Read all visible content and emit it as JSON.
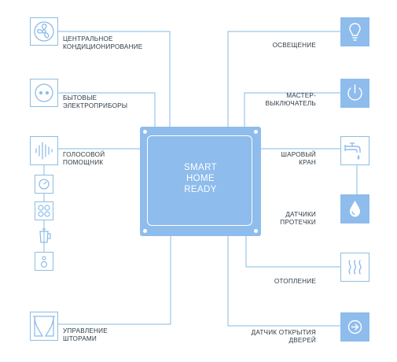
{
  "hub": {
    "line1": "SMART",
    "line2": "HOME",
    "line3": "READY"
  },
  "left": {
    "conditioning": {
      "line1": "ЦЕНТРАЛЬНОЕ",
      "line2": "КОНДИЦИОНИРОВАНИЕ",
      "icon": "fan-icon"
    },
    "appliances": {
      "line1": "БЫТОВЫЕ",
      "line2": "ЭЛЕКТРОПРИБОРЫ",
      "icon": "socket-icon"
    },
    "voice": {
      "line1": "ГОЛОСОВОЙ",
      "line2": "ПОМОЩНИК",
      "icon": "sound-wave-icon"
    },
    "curtains": {
      "line1": "УПРАВЛЕНИЕ",
      "line2": "ШТОРАМИ",
      "icon": "curtains-icon"
    }
  },
  "right": {
    "lighting": {
      "line1": "ОСВЕЩЕНИЕ",
      "icon": "lightbulb-icon"
    },
    "master_switch": {
      "line1": "МАСТЕР-",
      "line2": "ВЫКЛЮЧАТЕЛЬ",
      "icon": "power-icon"
    },
    "ball_valve": {
      "line1": "ШАРОВЫЙ",
      "line2": "КРАН",
      "icon": "faucet-icon"
    },
    "leak_sensors": {
      "line1": "ДАТЧИКИ",
      "line2": "ПРОТЕЧКИ",
      "icon": "water-drop-icon"
    },
    "heating": {
      "line1": "ОТОПЛЕНИЕ",
      "icon": "heat-waves-icon"
    },
    "door_sensor": {
      "line1": "ДАТЧИК ОТКРЫТИЯ",
      "line2": "ДВЕРЕЙ",
      "icon": "arrow-right-icon"
    }
  },
  "colors": {
    "accent": "#8ebcec",
    "line": "#9cc6e6",
    "text": "#2f3b45",
    "background": "#ffffff"
  }
}
